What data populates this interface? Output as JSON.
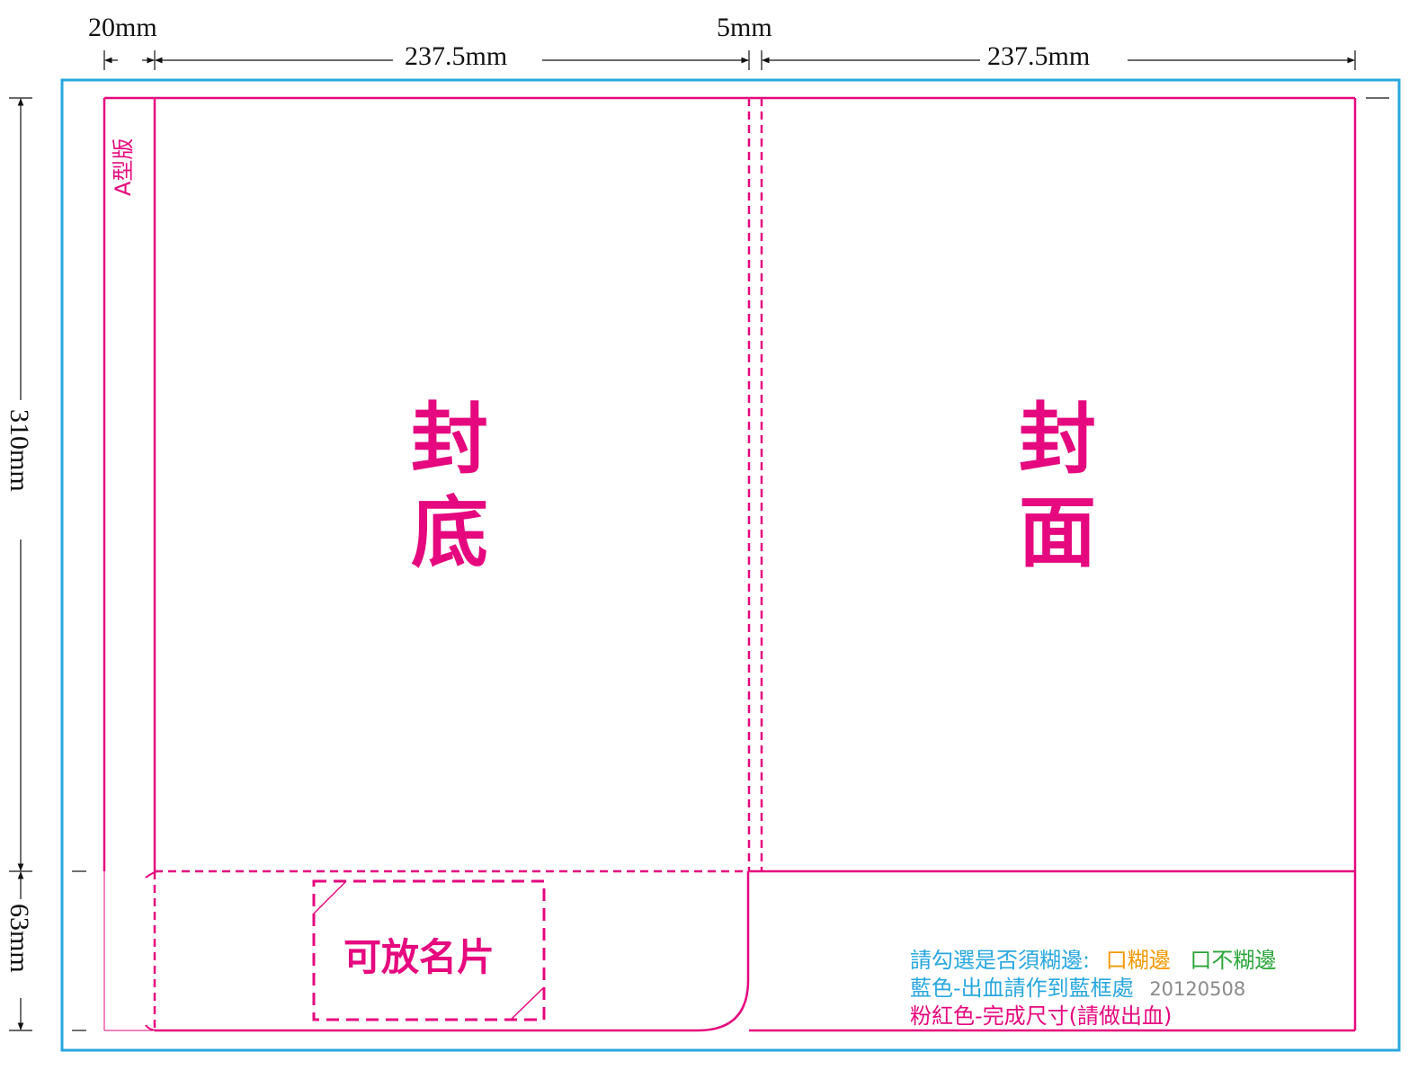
{
  "dimensions": {
    "top_left": "20mm",
    "top_middle": "5mm",
    "top_left_panel": "237.5mm",
    "top_right_panel": "237.5mm",
    "side_height": "310mm",
    "side_pocket": "63mm"
  },
  "labels": {
    "tab": "A型版",
    "back_cover": [
      "封",
      "底"
    ],
    "front_cover": [
      "封",
      "面"
    ],
    "card_slot": "可放名片"
  },
  "legend": {
    "line1_prefix": "請勾選是否須糊邊:",
    "option_glue": "口糊邊",
    "option_no_glue": "口不糊邊",
    "line2": "藍色-出血請作到藍框處",
    "line2_date": "20120508",
    "line3": "粉紅色-完成尺寸(請做出血)"
  },
  "colors": {
    "bleed_blue": "#28a7df",
    "trim_pink": "#e5087e",
    "option_orange": "#f39800",
    "option_green": "#2aa53a",
    "date_gray": "#8a8a8a",
    "dimension_black": "#111111"
  }
}
